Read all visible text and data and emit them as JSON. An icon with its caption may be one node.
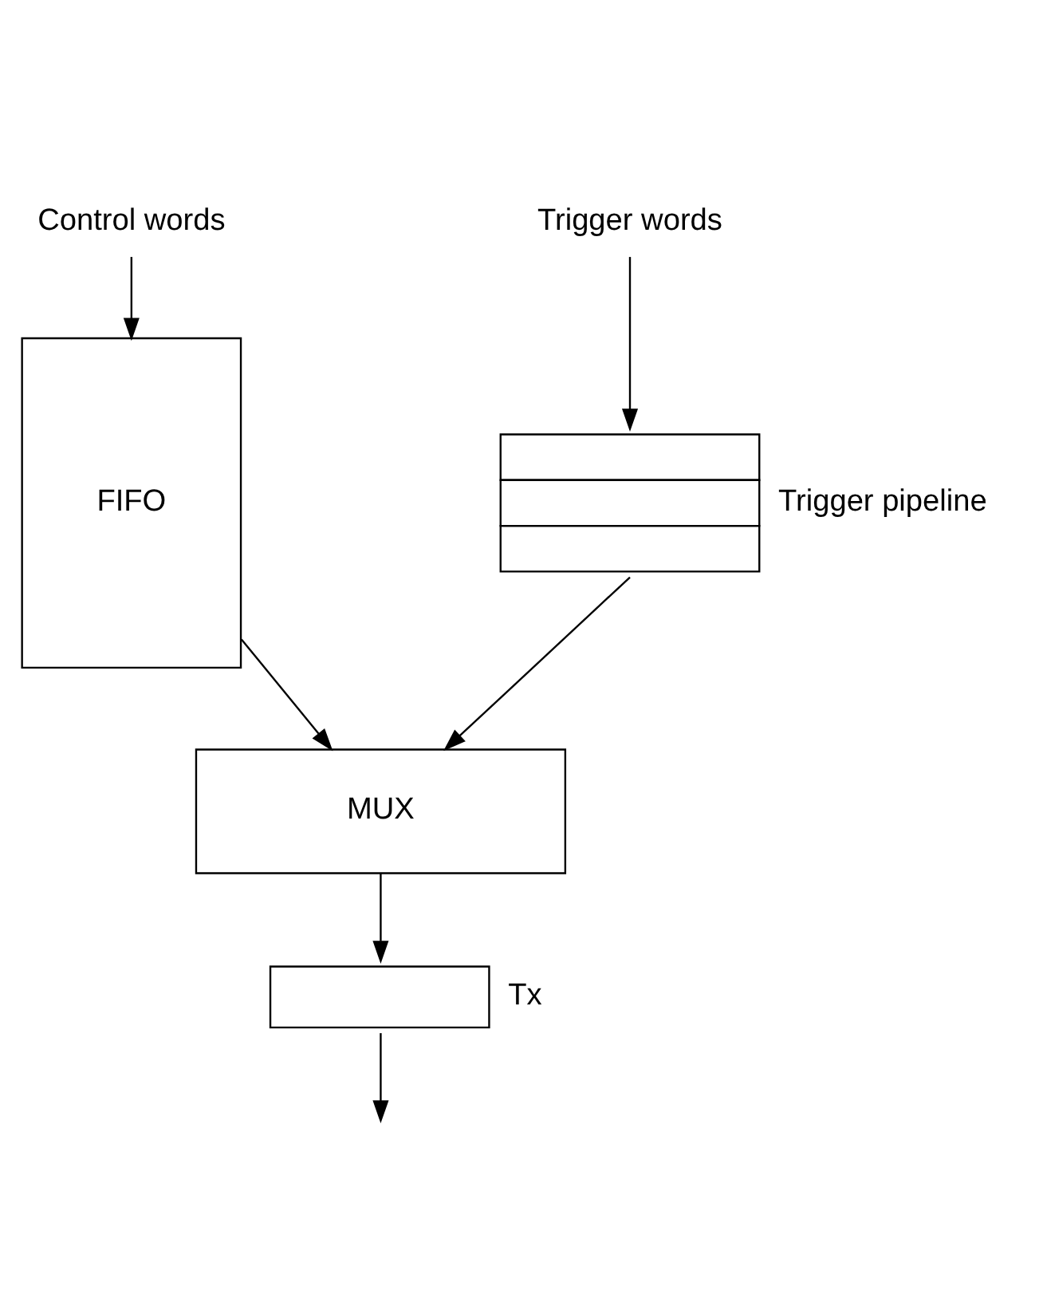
{
  "diagram": {
    "nodes": [
      {
        "text": [
          "Control words"
        ]
      },
      {
        "text": [
          "Trigger words"
        ]
      },
      {
        "text": [
          "FIFO"
        ]
      },
      {
        "text": [],
        "shape": "box",
        "beside": [
          "Trigger pipeline"
        ]
      },
      {
        "text": [
          "MUX"
        ]
      },
      {
        "text": [],
        "shape": "box",
        "beside": [
          "Tx"
        ]
      }
    ],
    "edges": [
      {
        "from": 0,
        "to": 2,
        "arrow": "to"
      },
      {
        "from": 1,
        "to": 3,
        "arrow": "to"
      },
      {
        "from": 2,
        "to": 4,
        "arrow": "to"
      },
      {
        "from": 3,
        "to": 4,
        "arrow": "to"
      },
      {
        "from": 4,
        "to": 5,
        "arrow": "to"
      },
      {
        "from": 5,
        "to": null,
        "arrow": "to"
      }
    ]
  }
}
